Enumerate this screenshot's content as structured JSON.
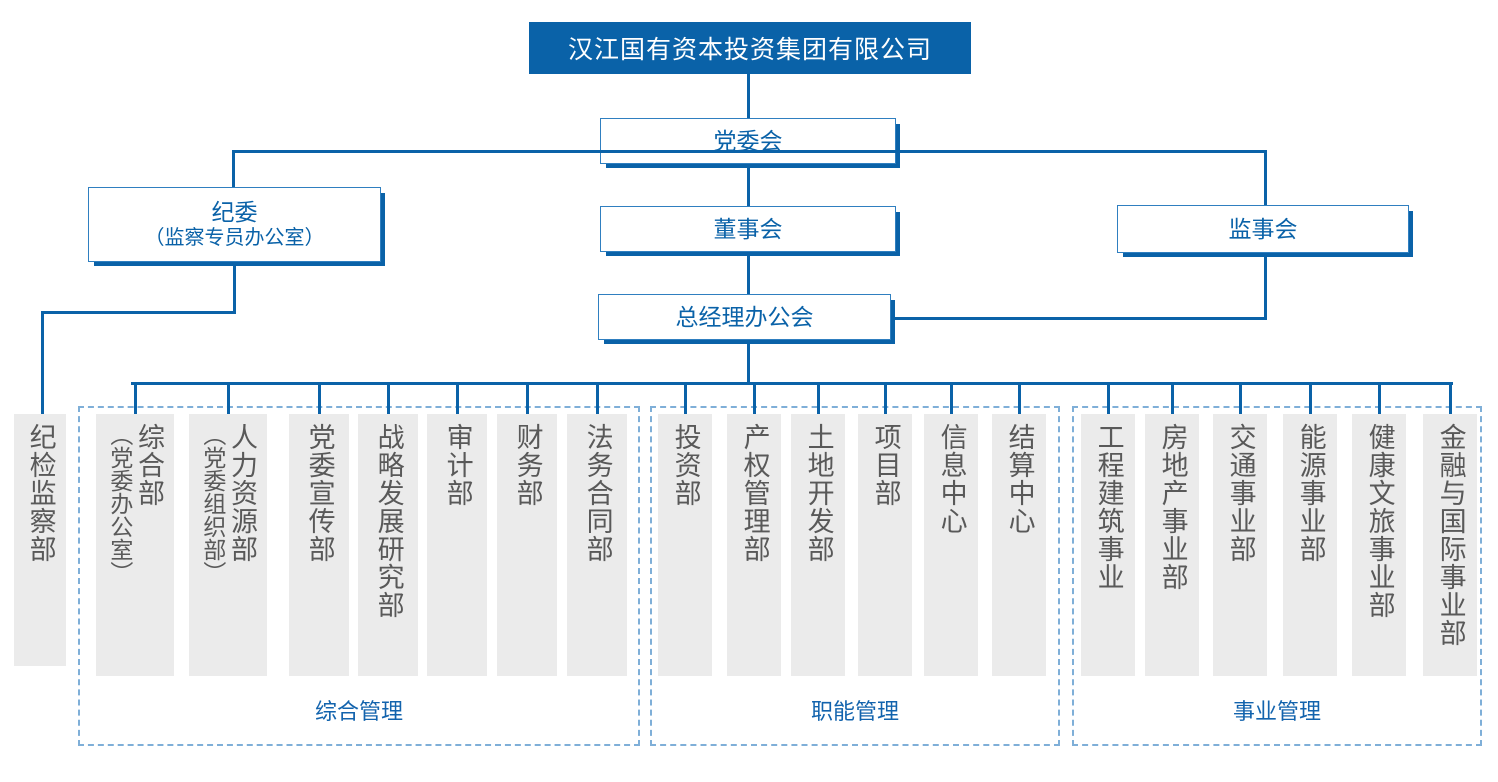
{
  "meta": {
    "colors": {
      "brand_blue": "#0a62a8",
      "line_blue": "#2f7fc0",
      "dashed_blue": "#7fafd8",
      "chip_gray": "#ebebeb",
      "chip_text": "#595959",
      "title_text": "#ffffff"
    }
  },
  "root": {
    "label": "汉江国有资本投资集团有限公司"
  },
  "level2": {
    "party_committee": {
      "label": "党委会"
    },
    "board_of_directors": {
      "label": "董事会"
    },
    "board_of_supervisors": {
      "label": "监事会"
    },
    "gm_office_meeting": {
      "label": "总经理办公会"
    },
    "discipline_committee": {
      "line1": "纪委",
      "line2": "（监察专员办公室）"
    }
  },
  "standalone_dept": {
    "label": "纪检监察部"
  },
  "groups": [
    {
      "id": "comprehensive-management",
      "label": "综合管理",
      "departments": [
        {
          "main": "综合部",
          "sub": "（党委办公室）"
        },
        {
          "main": "人力资源部",
          "sub": "（党委组织部）"
        },
        {
          "main": "党委宣传部",
          "sub": ""
        },
        {
          "main": "战略发展研究部",
          "sub": ""
        },
        {
          "main": "审计部",
          "sub": ""
        },
        {
          "main": "财务部",
          "sub": ""
        },
        {
          "main": "法务合同部",
          "sub": ""
        }
      ]
    },
    {
      "id": "functional-management",
      "label": "职能管理",
      "departments": [
        {
          "main": "投资部",
          "sub": ""
        },
        {
          "main": "产权管理部",
          "sub": ""
        },
        {
          "main": "土地开发部",
          "sub": ""
        },
        {
          "main": "项目部",
          "sub": ""
        },
        {
          "main": "信息中心",
          "sub": ""
        },
        {
          "main": "结算中心",
          "sub": ""
        }
      ]
    },
    {
      "id": "business-management",
      "label": "事业管理",
      "departments": [
        {
          "main": "工程建筑事业",
          "sub": ""
        },
        {
          "main": "房地产事业部",
          "sub": ""
        },
        {
          "main": "交通事业部",
          "sub": ""
        },
        {
          "main": "能源事业部",
          "sub": ""
        },
        {
          "main": "健康文旅事业部",
          "sub": ""
        },
        {
          "main": "金融与国际事业部",
          "sub": ""
        }
      ]
    }
  ]
}
